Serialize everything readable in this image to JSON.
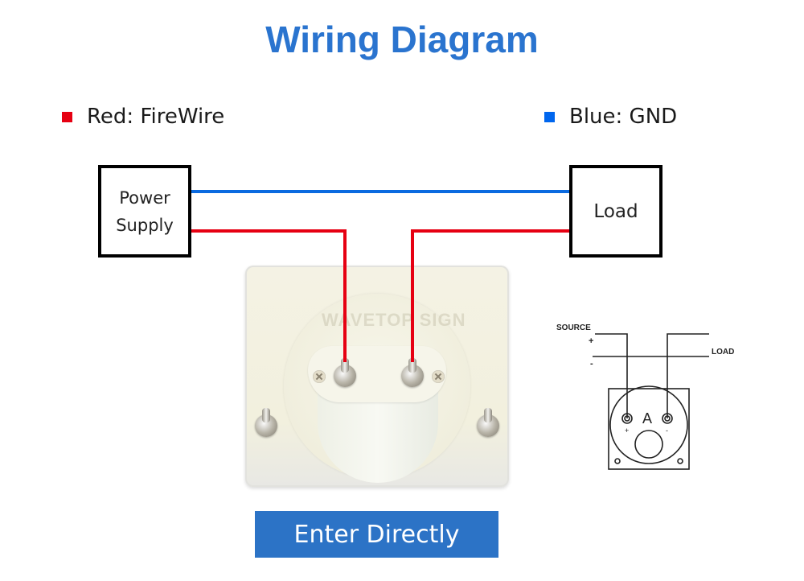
{
  "title": "Wiring Diagram",
  "legend": [
    {
      "label": "Red: FireWire",
      "color": "#e60012"
    },
    {
      "label": "Blue: GND",
      "color": "#0066ee"
    }
  ],
  "colors": {
    "title": "#2a74cf",
    "red_wire": "#e60012",
    "blue_wire": "#0a6ae0",
    "button": "#2c73c6"
  },
  "boxes": {
    "power_supply": {
      "line1": "Power",
      "line2": "Supply"
    },
    "load": {
      "label": "Load"
    }
  },
  "meter": {
    "watermark": "WAVETOP SIGN"
  },
  "schematic": {
    "source_label": "SOURCE",
    "load_label": "LOAD",
    "plus": "+",
    "minus": "-",
    "meter_symbol": "A"
  },
  "button": {
    "label": "Enter Directly"
  }
}
